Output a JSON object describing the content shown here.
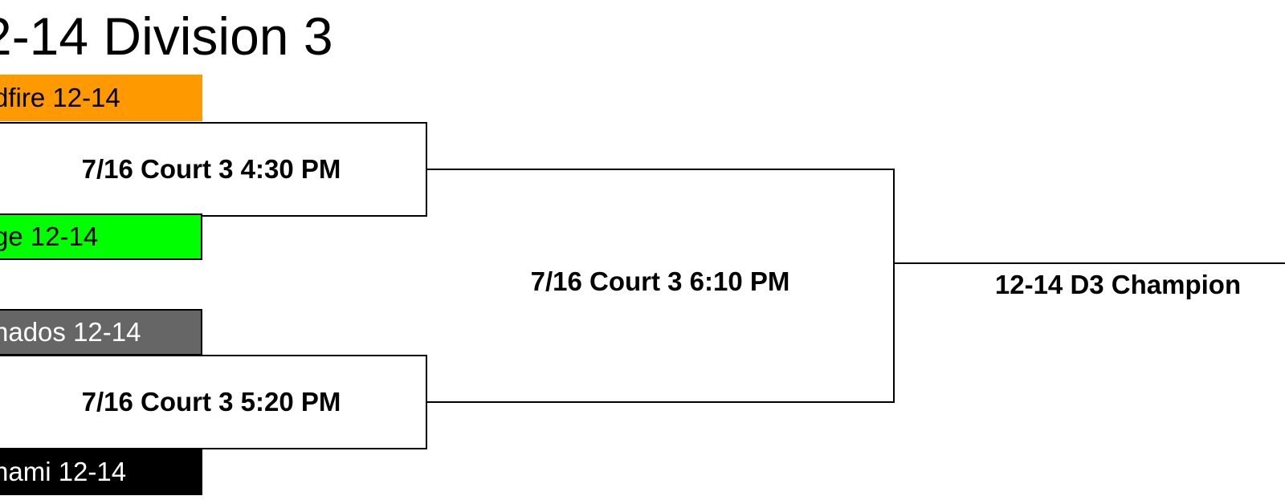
{
  "title": "2-14 Division 3",
  "teams": [
    {
      "label": "dfire 12-14",
      "color": "#ff9900"
    },
    {
      "label": "ge 12-14",
      "color": "#00ff00"
    },
    {
      "label": "nados 12-14",
      "color": "#666666"
    },
    {
      "label": "nami 12-14",
      "color": "#000000"
    }
  ],
  "games": {
    "semifinal_1": "7/16 Court 3 4:30 PM",
    "semifinal_2": "7/16 Court 3 5:20 PM",
    "final": "7/16 Court 3 6:10 PM"
  },
  "champion_label": "12-14 D3 Champion"
}
